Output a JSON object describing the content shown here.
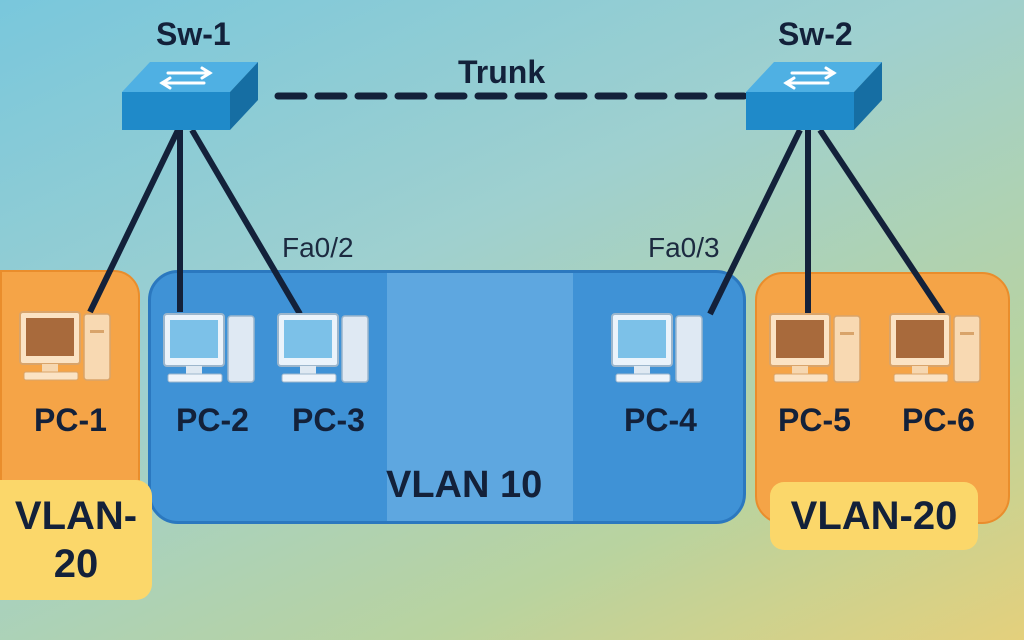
{
  "switches": [
    {
      "id": "sw1",
      "label": "Sw-1"
    },
    {
      "id": "sw2",
      "label": "Sw-2"
    }
  ],
  "trunk_label": "Trunk",
  "ports": {
    "pc3": "Fa0/2",
    "pc4": "Fa0/3"
  },
  "pcs": [
    {
      "id": "pc1",
      "label": "PC-1",
      "vlan": "VLAN-20"
    },
    {
      "id": "pc2",
      "label": "PC-2",
      "vlan": "VLAN 10"
    },
    {
      "id": "pc3",
      "label": "PC-3",
      "vlan": "VLAN 10"
    },
    {
      "id": "pc4",
      "label": "PC-4",
      "vlan": "VLAN 10"
    },
    {
      "id": "pc5",
      "label": "PC-5",
      "vlan": "VLAN-20"
    },
    {
      "id": "pc6",
      "label": "PC-6",
      "vlan": "VLAN-20"
    }
  ],
  "vlans": {
    "vlan10": "VLAN 10",
    "vlan20_left_line1": "VLAN-",
    "vlan20_left_line2": "20",
    "vlan20_right": "VLAN-20"
  },
  "colors": {
    "vlan10": "#3f92d6",
    "vlan20": "#f5a447",
    "vlan20_badge": "#fbd76a",
    "switch": "#1f8ac9",
    "cable": "#13213a"
  }
}
